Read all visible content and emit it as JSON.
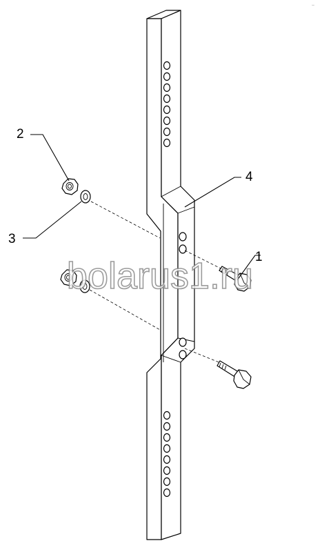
{
  "diagram": {
    "callouts": [
      {
        "id": "1",
        "label": "1"
      },
      {
        "id": "2",
        "label": "2"
      },
      {
        "id": "3",
        "label": "3"
      },
      {
        "id": "4",
        "label": "4"
      }
    ],
    "watermark": "bolarus1.ru",
    "corner_mark": "~",
    "colors": {
      "line": "#000000",
      "background": "#ffffff",
      "watermark_outline": "#8a8a8a"
    }
  }
}
